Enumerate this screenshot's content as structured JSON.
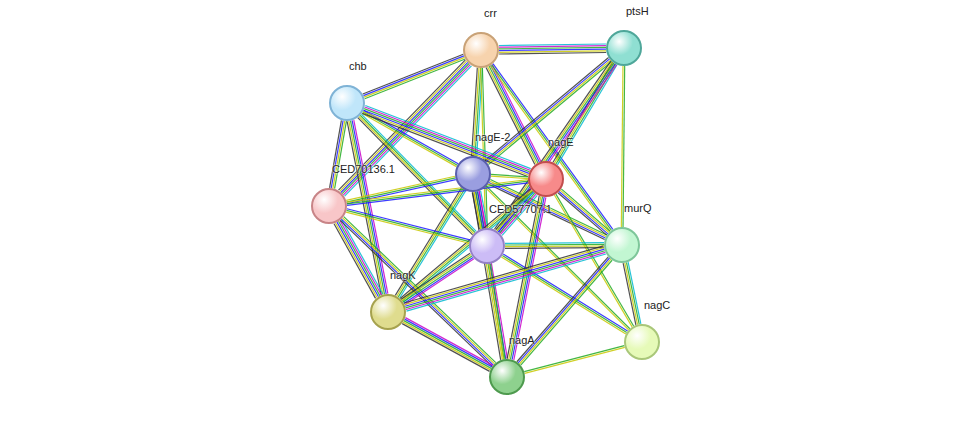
{
  "diagram": {
    "nodes": [
      {
        "text": [
          "crr"
        ]
      },
      {
        "text": [
          "ptsH"
        ]
      },
      {
        "text": [
          "chb"
        ]
      },
      {
        "text": [
          "nagE-2"
        ]
      },
      {
        "text": [
          "nagE"
        ]
      },
      {
        "text": [
          "CED70136.1"
        ]
      },
      {
        "text": [
          "CED57707.1"
        ]
      },
      {
        "text": [
          "murQ"
        ]
      },
      {
        "text": [
          "nagK"
        ]
      },
      {
        "text": [
          "nagC"
        ]
      },
      {
        "text": [
          "nagA"
        ]
      }
    ],
    "edges": [
      {
        "from": 0,
        "to": 1,
        "arrow": "none"
      },
      {
        "from": 0,
        "to": 2,
        "arrow": "none"
      },
      {
        "from": 0,
        "to": 3,
        "arrow": "none"
      },
      {
        "from": 0,
        "to": 4,
        "arrow": "none"
      },
      {
        "from": 0,
        "to": 6,
        "arrow": "none"
      },
      {
        "from": 0,
        "to": 7,
        "arrow": "none"
      },
      {
        "from": 0,
        "to": 5,
        "arrow": "none"
      },
      {
        "from": 1,
        "to": 3,
        "arrow": "none"
      },
      {
        "from": 1,
        "to": 4,
        "arrow": "none"
      },
      {
        "from": 1,
        "to": 6,
        "arrow": "none"
      },
      {
        "from": 1,
        "to": 7,
        "arrow": "none"
      },
      {
        "from": 2,
        "to": 3,
        "arrow": "none"
      },
      {
        "from": 2,
        "to": 4,
        "arrow": "none"
      },
      {
        "from": 2,
        "to": 5,
        "arrow": "none"
      },
      {
        "from": 2,
        "to": 6,
        "arrow": "none"
      },
      {
        "from": 2,
        "to": 8,
        "arrow": "none"
      },
      {
        "from": 3,
        "to": 4,
        "arrow": "none"
      },
      {
        "from": 3,
        "to": 5,
        "arrow": "none"
      },
      {
        "from": 3,
        "to": 6,
        "arrow": "none"
      },
      {
        "from": 3,
        "to": 7,
        "arrow": "none"
      },
      {
        "from": 3,
        "to": 8,
        "arrow": "none"
      },
      {
        "from": 3,
        "to": 10,
        "arrow": "none"
      },
      {
        "from": 3,
        "to": 9,
        "arrow": "none"
      },
      {
        "from": 4,
        "to": 5,
        "arrow": "none"
      },
      {
        "from": 4,
        "to": 6,
        "arrow": "none"
      },
      {
        "from": 4,
        "to": 7,
        "arrow": "none"
      },
      {
        "from": 4,
        "to": 8,
        "arrow": "none"
      },
      {
        "from": 4,
        "to": 10,
        "arrow": "none"
      },
      {
        "from": 4,
        "to": 9,
        "arrow": "none"
      },
      {
        "from": 5,
        "to": 6,
        "arrow": "none"
      },
      {
        "from": 5,
        "to": 8,
        "arrow": "none"
      },
      {
        "from": 5,
        "to": 10,
        "arrow": "none"
      },
      {
        "from": 6,
        "to": 7,
        "arrow": "none"
      },
      {
        "from": 6,
        "to": 8,
        "arrow": "none"
      },
      {
        "from": 6,
        "to": 10,
        "arrow": "none"
      },
      {
        "from": 6,
        "to": 9,
        "arrow": "none"
      },
      {
        "from": 7,
        "to": 8,
        "arrow": "none"
      },
      {
        "from": 7,
        "to": 10,
        "arrow": "none"
      },
      {
        "from": 7,
        "to": 9,
        "arrow": "none"
      },
      {
        "from": 8,
        "to": 10,
        "arrow": "none"
      },
      {
        "from": 10,
        "to": 9,
        "arrow": "none"
      }
    ]
  }
}
